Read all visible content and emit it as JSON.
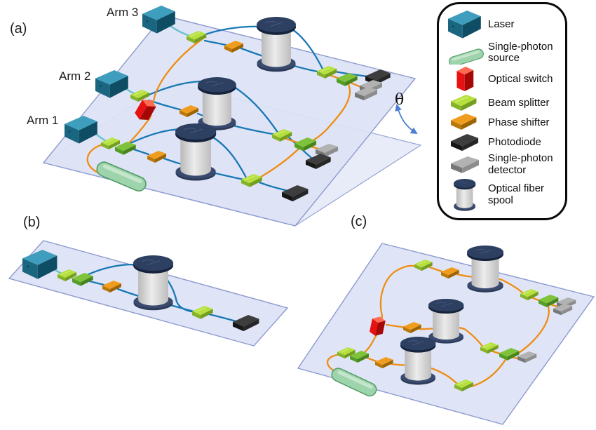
{
  "figure": {
    "panel_a_label": "(a)",
    "panel_b_label": "(b)",
    "panel_c_label": "(c)",
    "arm1_label": "Arm 1",
    "arm2_label": "Arm 2",
    "arm3_label": "Arm 3",
    "theta_label": "θ"
  },
  "legend": {
    "items": [
      {
        "icon": "laser-icon",
        "label": "Laser"
      },
      {
        "icon": "single-photon-source-icon",
        "label": "Single-photon source"
      },
      {
        "icon": "optical-switch-icon",
        "label": "Optical switch"
      },
      {
        "icon": "beam-splitter-icon",
        "label": "Beam splitter"
      },
      {
        "icon": "phase-shifter-icon",
        "label": "Phase shifter"
      },
      {
        "icon": "photodiode-icon",
        "label": "Photodiode"
      },
      {
        "icon": "single-photon-detector-icon",
        "label": "Single-photon detector"
      },
      {
        "icon": "optical-fiber-spool-icon",
        "label": "Optical fiber spool"
      }
    ]
  },
  "colors": {
    "fiber_orange": "#ee8d12",
    "fiber_blue": "#1878b4",
    "fiber_teal": "#6ec2d2",
    "platform_fill": "#dde3f5",
    "platform_edge": "#8d99cf",
    "angle_arrow": "#4a7fd4",
    "laser": "#1a657f",
    "optical_switch": "#e81111",
    "beam_splitter": "#b5e03e",
    "phase_shifter": "#f09c1e",
    "photodiode": "#3d3d3d",
    "single_photon_detector": "#b2b2b2",
    "single_photon_source": "#9ed4ab",
    "spool_flange": "#2c3a58"
  }
}
